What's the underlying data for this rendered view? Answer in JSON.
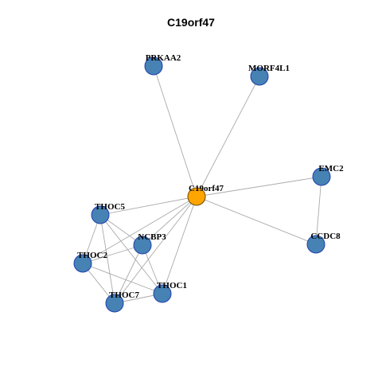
{
  "title": "C19orf47",
  "colors": {
    "center_node": "#FFA500",
    "node": "#4682B4",
    "node_stroke": "#1F3FAF",
    "center_stroke": "#6B4A00",
    "edge": "#AAAAAA"
  },
  "nodes": [
    {
      "id": "C19orf47",
      "label": "C19orf47",
      "center": true
    },
    {
      "id": "PRKAA2",
      "label": "PRKAA2"
    },
    {
      "id": "MORF4L1",
      "label": "MORF4L1"
    },
    {
      "id": "EMC2",
      "label": "EMC2"
    },
    {
      "id": "CCDC8",
      "label": "CCDC8"
    },
    {
      "id": "THOC5",
      "label": "THOC5"
    },
    {
      "id": "NCBP3",
      "label": "NCBP3"
    },
    {
      "id": "THOC2",
      "label": "THOC2"
    },
    {
      "id": "THOC1",
      "label": "THOC1"
    },
    {
      "id": "THOC7",
      "label": "THOC7"
    }
  ],
  "edges": [
    [
      "C19orf47",
      "PRKAA2"
    ],
    [
      "C19orf47",
      "MORF4L1"
    ],
    [
      "C19orf47",
      "EMC2"
    ],
    [
      "C19orf47",
      "CCDC8"
    ],
    [
      "C19orf47",
      "THOC5"
    ],
    [
      "C19orf47",
      "NCBP3"
    ],
    [
      "C19orf47",
      "THOC2"
    ],
    [
      "C19orf47",
      "THOC1"
    ],
    [
      "C19orf47",
      "THOC7"
    ],
    [
      "EMC2",
      "CCDC8"
    ],
    [
      "THOC5",
      "NCBP3"
    ],
    [
      "THOC5",
      "THOC2"
    ],
    [
      "THOC5",
      "THOC1"
    ],
    [
      "THOC5",
      "THOC7"
    ],
    [
      "NCBP3",
      "THOC2"
    ],
    [
      "NCBP3",
      "THOC1"
    ],
    [
      "NCBP3",
      "THOC7"
    ],
    [
      "THOC2",
      "THOC1"
    ],
    [
      "THOC2",
      "THOC7"
    ],
    [
      "THOC1",
      "THOC7"
    ]
  ]
}
